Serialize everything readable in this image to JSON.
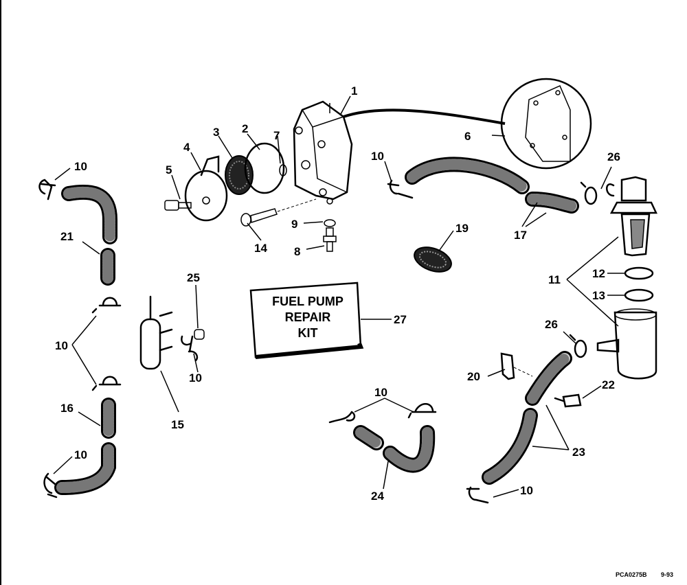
{
  "callouts": {
    "c1": "1",
    "c2": "2",
    "c3": "3",
    "c4": "4",
    "c5": "5",
    "c6": "6",
    "c7": "7",
    "c8": "8",
    "c9": "9",
    "c10a": "10",
    "c10b": "10",
    "c10c": "10",
    "c10d": "10",
    "c10e": "10",
    "c10f": "10",
    "c10g": "10",
    "c11": "11",
    "c12": "12",
    "c13": "13",
    "c14": "14",
    "c15": "15",
    "c16": "16",
    "c17": "17",
    "c19": "19",
    "c20": "20",
    "c21": "21",
    "c22": "22",
    "c23": "23",
    "c24": "24",
    "c25": "25",
    "c26a": "26",
    "c26b": "26",
    "c27": "27"
  },
  "kit_box": {
    "line1": "FUEL PUMP",
    "line2": "REPAIR",
    "line3": "KIT"
  },
  "footer": {
    "code": "PCA0275B",
    "date": "9-93"
  }
}
